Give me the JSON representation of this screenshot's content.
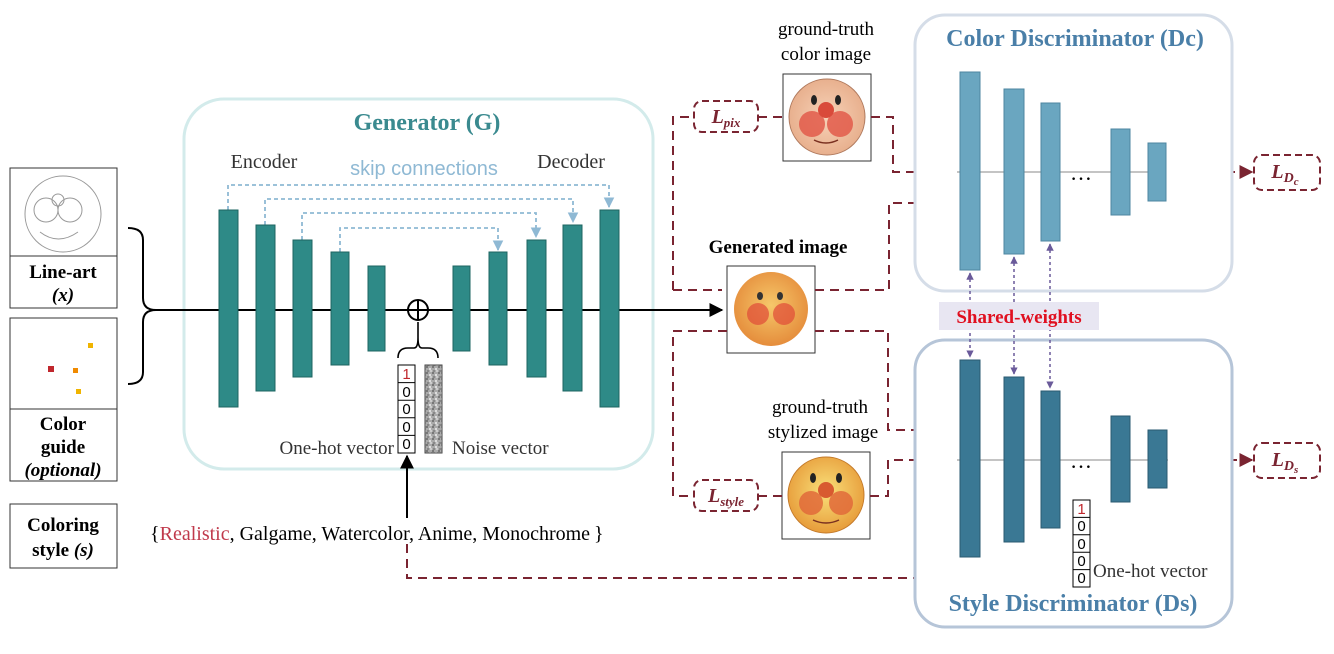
{
  "generator": {
    "title": "Generator (G)",
    "encoder_label": "Encoder",
    "decoder_label": "Decoder",
    "skip_label": "skip connections",
    "onehot_label": "One-hot vector",
    "noise_label": "Noise vector",
    "onehot_bits": [
      "1",
      "0",
      "0",
      "0",
      "0"
    ]
  },
  "inputs": {
    "lineart_label": "Line-art",
    "lineart_symbol": "(x)",
    "colorguide_label_1": "Color",
    "colorguide_label_2": "guide",
    "colorguide_symbol": "(optional)",
    "style_label_1": "Coloring",
    "style_label_2": "style",
    "style_symbol": "(s)"
  },
  "styles": {
    "open": "{",
    "selected": "Realistic",
    "rest": ", Galgame, Watercolor, Anime, Monochrome",
    "close": "}"
  },
  "images": {
    "gt_color_1": "ground-truth",
    "gt_color_2": "color image",
    "generated": "Generated image",
    "gt_style_1": "ground-truth",
    "gt_style_2": "stylized image"
  },
  "losses": {
    "pix": "L",
    "pix_sub": "pix",
    "style": "L",
    "style_sub": "style",
    "dc": "L",
    "dc_sub": "D",
    "dc_subsub": "c",
    "ds": "L",
    "ds_sub": "D",
    "ds_subsub": "s"
  },
  "discriminators": {
    "color_title": "Color Discriminator (Dc)",
    "style_title": "Style Discriminator (Ds)",
    "shared": "Shared-weights",
    "ellipsis": "…",
    "onehot_label": "One-hot vector",
    "onehot_bits": [
      "1",
      "0",
      "0",
      "0",
      "0"
    ]
  },
  "colors": {
    "teal_block": "#2e8a87",
    "teal_light_border": "#d3ebeb",
    "color_disc_block": "#6aa6c0",
    "style_disc_block": "#3a7894",
    "loss_red": "#7a2431",
    "shared_red": "#e01020",
    "skip_blue": "#8fb9d4",
    "title_teal": "#3a8a8f",
    "title_blue": "#4a7fa8"
  }
}
